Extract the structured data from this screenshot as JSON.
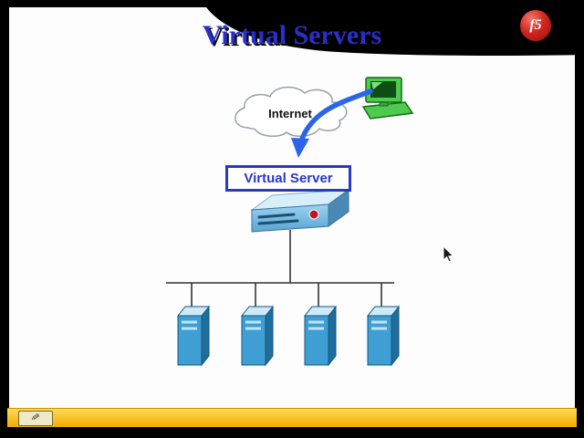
{
  "slide": {
    "title": "Virtual Servers",
    "logo_text": "f5"
  },
  "diagram": {
    "internet_label": "Internet",
    "virtual_server_label": "Virtual Server",
    "server_count": 4
  },
  "toolbar": {
    "pen_icon": "✎"
  },
  "colors": {
    "title_blue": "#2b2fc6",
    "f5_red": "#c3161c",
    "arrow_blue": "#2a64e8",
    "virtual_server_border": "#2839c8",
    "server_front": "#3f9fd4",
    "server_side": "#1e6d9c",
    "server_top": "#cfe9f7",
    "yellow_bar": "#f3ac00"
  }
}
